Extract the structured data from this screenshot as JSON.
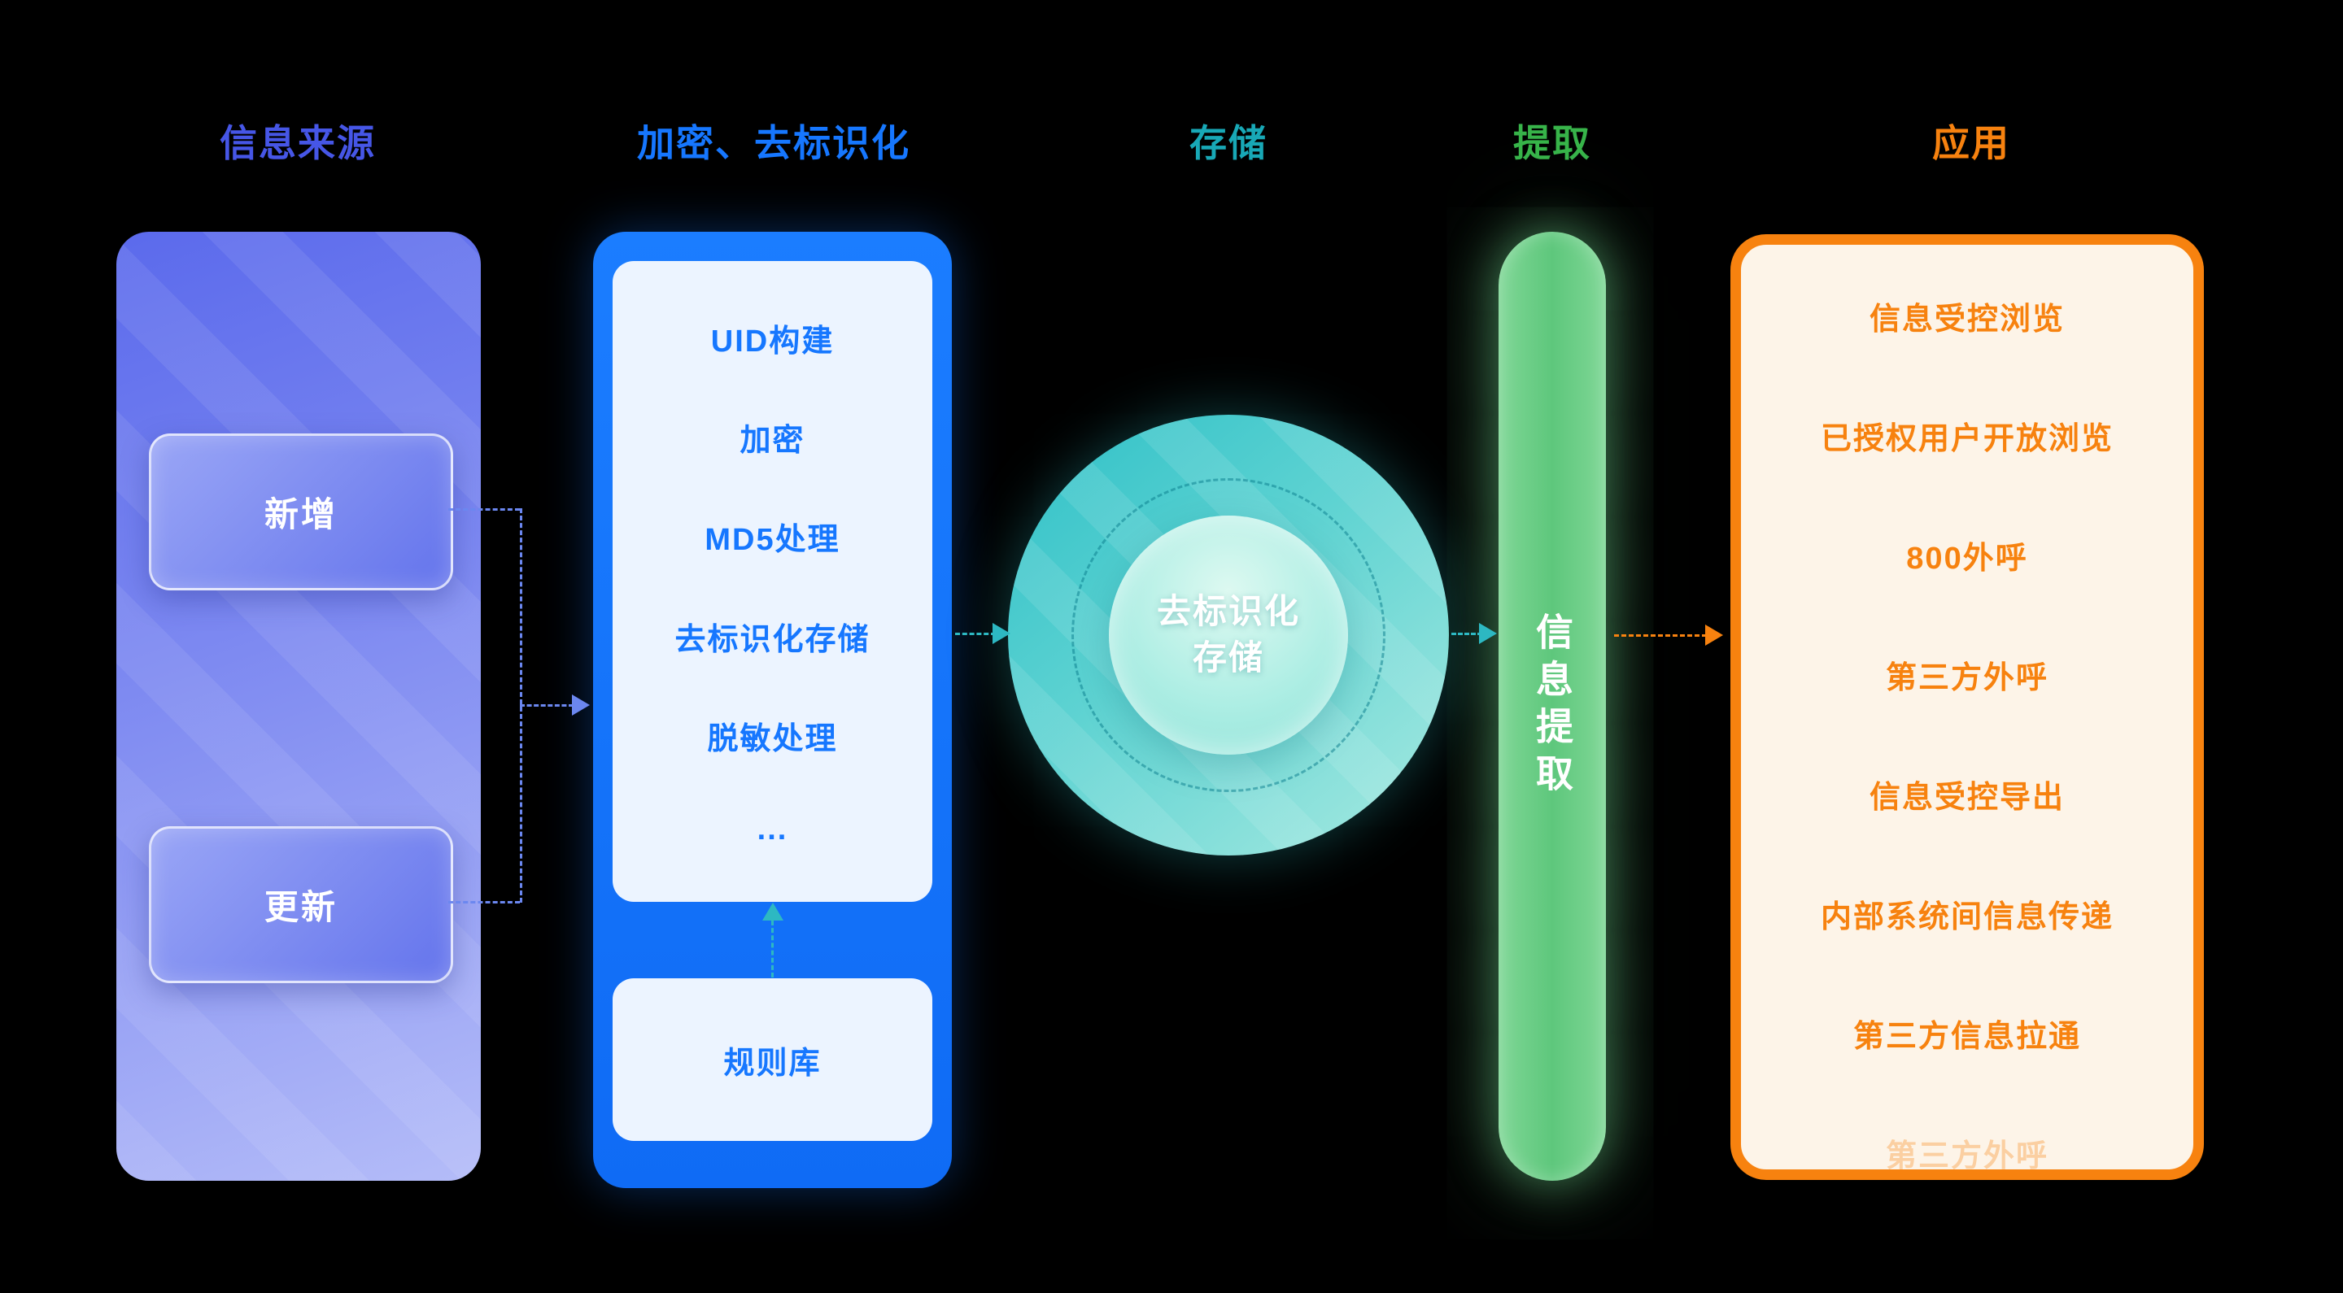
{
  "canvas": {
    "background": "#000000"
  },
  "headers": {
    "source": {
      "label": "信息来源",
      "color": "#4656e6"
    },
    "encryption": {
      "label": "加密、去标识化",
      "color": "#1677ff"
    },
    "storage": {
      "label": "存储",
      "color": "#18a8b6"
    },
    "extraction": {
      "label": "提取",
      "color": "#38b44a"
    },
    "application": {
      "label": "应用",
      "color": "#f7820f"
    }
  },
  "source_panel": {
    "items": [
      {
        "label": "新增"
      },
      {
        "label": "更新"
      }
    ]
  },
  "encryption_panel": {
    "steps": [
      {
        "label": "UID构建"
      },
      {
        "label": "加密"
      },
      {
        "label": "MD5处理"
      },
      {
        "label": "去标识化存储"
      },
      {
        "label": "脱敏处理"
      },
      {
        "label": "..."
      }
    ],
    "rule_base": {
      "label": "规则库"
    }
  },
  "storage_circle": {
    "label_line1": "去标识化",
    "label_line2": "存储"
  },
  "extraction_bar": {
    "label": "信息提取"
  },
  "application_panel": {
    "items": [
      {
        "label": "信息受控浏览"
      },
      {
        "label": "已授权用户开放浏览"
      },
      {
        "label": "800外呼"
      },
      {
        "label": "第三方外呼"
      },
      {
        "label": "信息受控导出"
      },
      {
        "label": "内部系统间信息传递"
      },
      {
        "label": "第三方信息拉通"
      },
      {
        "label": "第三方外呼"
      }
    ]
  }
}
